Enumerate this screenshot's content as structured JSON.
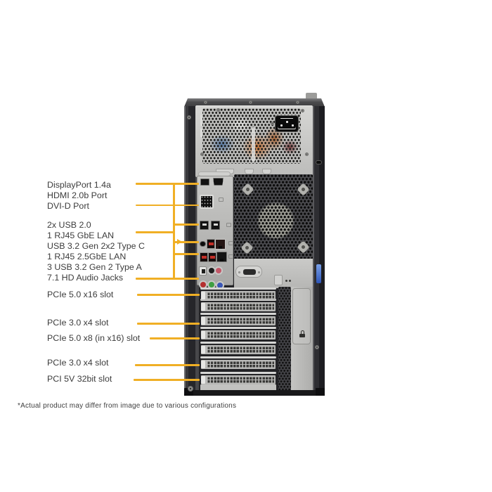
{
  "colors": {
    "callout": "#F0AF25",
    "label_text": "#3C3C3C"
  },
  "annotations": {
    "video_ports": [
      "DisplayPort 1.4a",
      "HDMI 2.0b Port",
      "DVI-D Port"
    ],
    "rear_io": [
      "2x USB 2.0",
      "1 RJ45 GbE LAN",
      "USB 3.2 Gen 2x2 Type C",
      "1 RJ45 2.5GbE LAN",
      "3 USB 3.2 Gen 2 Type A",
      "7.1 HD Audio Jacks"
    ],
    "expansion_slots": [
      "PCIe 5.0 x16 slot",
      "PCIe 3.0 x4 slot",
      "PCIe 5.0 x8 (in x16) slot",
      "PCIe 3.0 x4 slot",
      "PCI 5V 32bit slot"
    ],
    "disclaimer": "*Actual product may differ from image due to various configurations"
  }
}
